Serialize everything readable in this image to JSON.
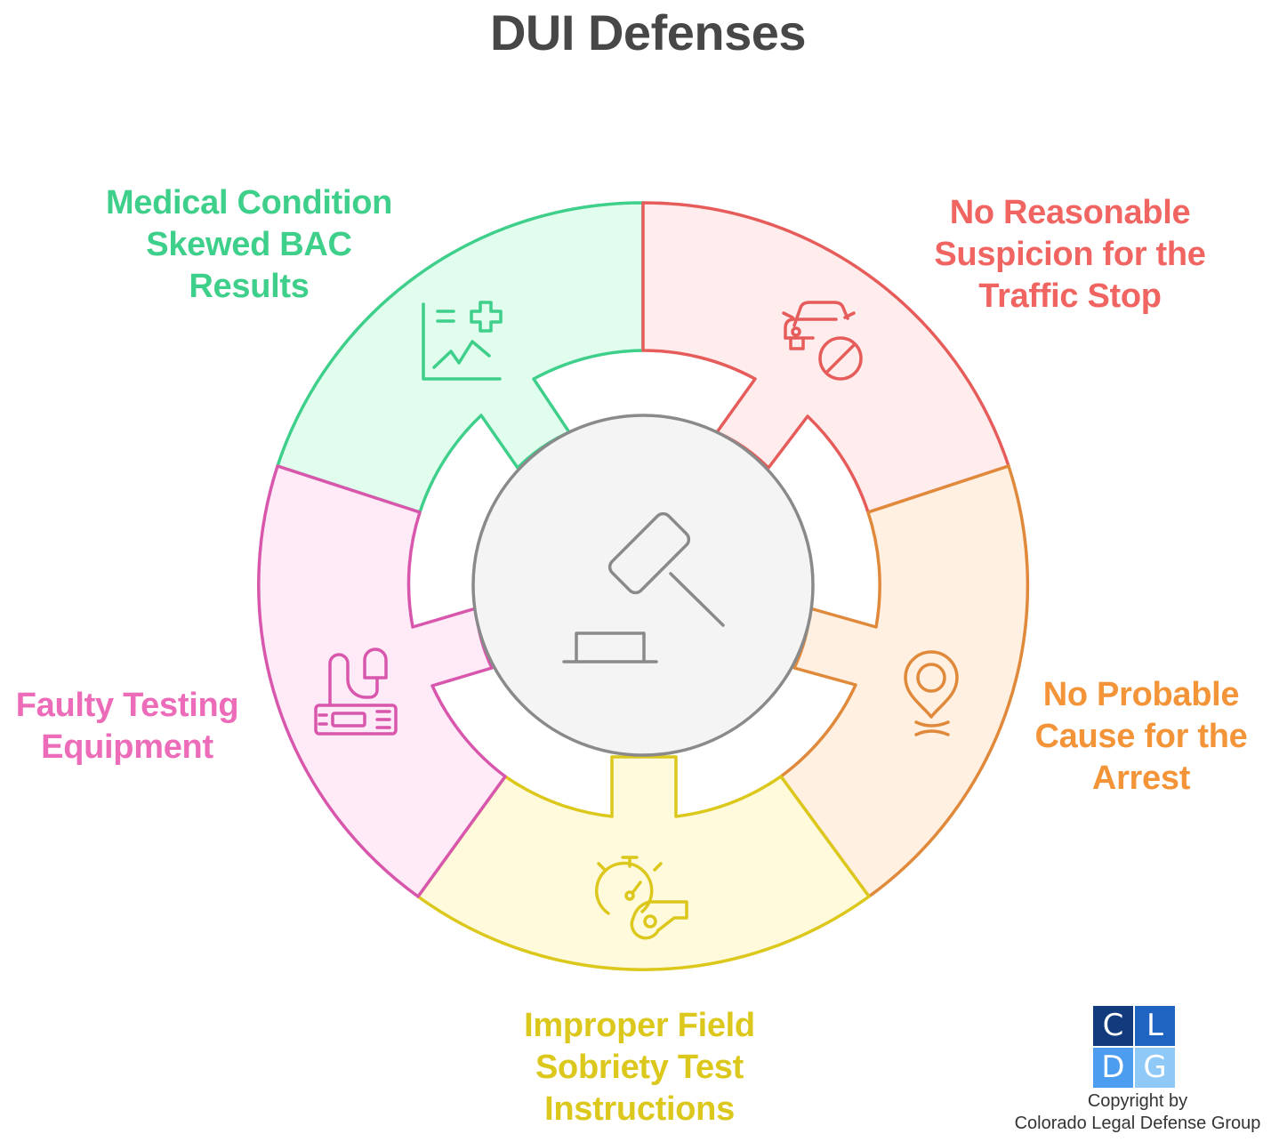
{
  "title": "DUI Defenses",
  "segments": [
    {
      "lines": [
        "Medical Condition",
        "Skewed BAC",
        "Results"
      ],
      "icon": "medical-chart-icon",
      "stroke": "#3ecf8a",
      "fill": "#e1fdee"
    },
    {
      "lines": [
        "No Reasonable",
        "Suspicion for the",
        "Traffic Stop"
      ],
      "icon": "no-car-icon",
      "stroke": "#e65c5a",
      "fill": "#ffecec"
    },
    {
      "lines": [
        "No Probable",
        "Cause for the",
        "Arrest"
      ],
      "icon": "location-pin-icon",
      "stroke": "#e0893a",
      "fill": "#fff0e2"
    },
    {
      "lines": [
        "Improper Field",
        "Sobriety Test",
        "Instructions"
      ],
      "icon": "stopwatch-whistle-icon",
      "stroke": "#dcc81c",
      "fill": "#fffadb"
    },
    {
      "lines": [
        "Faulty Testing",
        "Equipment"
      ],
      "icon": "breathalyzer-icon",
      "stroke": "#d856ac",
      "fill": "#ffebf7"
    }
  ],
  "center": {
    "icon": "gavel-icon",
    "stroke": "#8a8a8a",
    "fill": "#f4f4f4"
  },
  "logo": {
    "letters": [
      "C",
      "L",
      "D",
      "G"
    ],
    "colors": [
      "#133a7c",
      "#1e64c0",
      "#4c9df0",
      "#8ec9f8"
    ]
  },
  "copyright": [
    "Copyright by",
    "Colorado Legal Defense Group"
  ]
}
